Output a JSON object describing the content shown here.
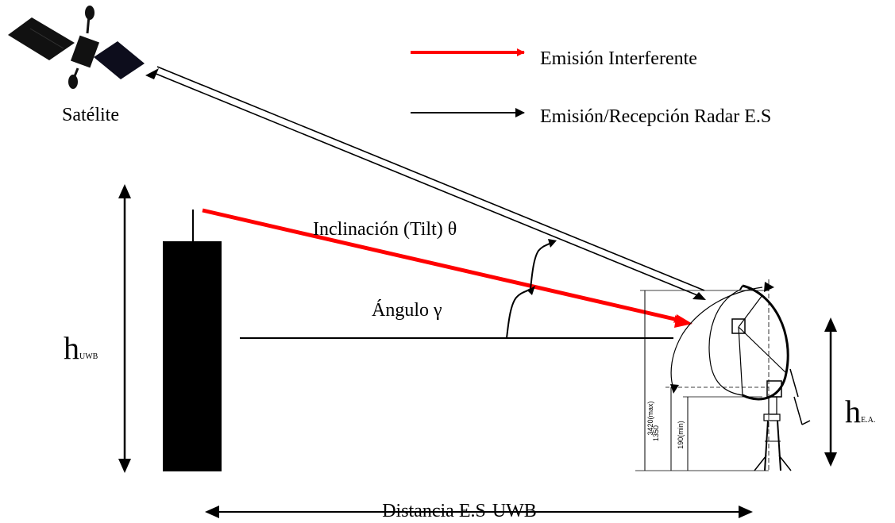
{
  "labels": {
    "satellite": "Satélite",
    "tilt": "Inclinación (Tilt) θ",
    "angle": "Ángulo γ",
    "distance": "Distancia E.S-UWB",
    "h_uwb_main": "h",
    "h_uwb_sub": "UWB",
    "h_ea_main": "h",
    "h_ea_sub": "E.A."
  },
  "legend": [
    {
      "label": "Emisión Interferente",
      "color": "#ff0000"
    },
    {
      "label": "Emisión/Recepción Radar E.S",
      "color": "#000000"
    }
  ],
  "antenna_dimensions": {
    "max": "3420(max)",
    "mid": "1350",
    "min": "190(min)"
  },
  "colors": {
    "interference": "#ff0000",
    "radar": "#000000",
    "tower": "#000000"
  },
  "icons": [
    "satellite-icon",
    "dish-antenna-icon"
  ]
}
